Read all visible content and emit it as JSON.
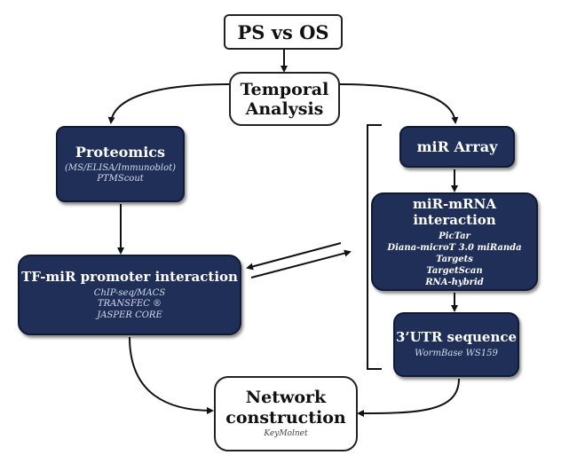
{
  "nodes": {
    "ps_vs_os": {
      "title": "PS vs OS"
    },
    "temporal": {
      "title_line1": "Temporal",
      "title_line2": "Analysis"
    },
    "proteomics": {
      "title": "Proteomics",
      "lines": [
        "(MS/ELISA/Immunoblot)",
        "PTMScout"
      ]
    },
    "mir_array": {
      "title": "miR Array"
    },
    "mir_mrna": {
      "title": "miR-mRNA interaction",
      "lines": [
        "PicTar",
        "Diana-microT 3.0 miRanda",
        "Targets",
        "TargetScan",
        "RNA-hybrid"
      ]
    },
    "tf_mir": {
      "title": "TF-miR promoter interaction",
      "lines": [
        "ChIP-seq/MACS",
        "TRANSFEC ®",
        "JASPER CORE"
      ]
    },
    "utr": {
      "title": "3’UTR sequence",
      "lines": [
        "WormBase WS159"
      ]
    },
    "network": {
      "title_line1": "Network",
      "title_line2": "construction",
      "lines": [
        "KeyMolnet"
      ]
    }
  },
  "colors": {
    "dark_box": "#1f2f57",
    "white_box_border": "#222222",
    "arrow": "#111111"
  }
}
